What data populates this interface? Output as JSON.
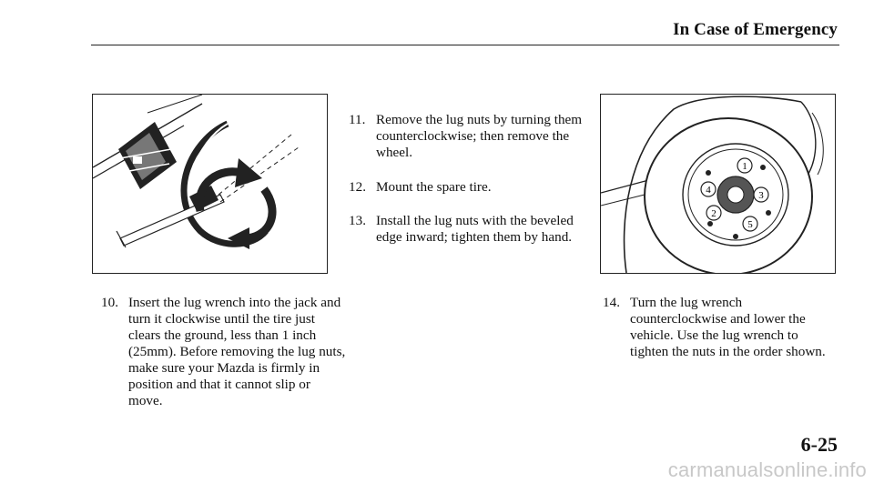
{
  "header": {
    "title": "In Case of Emergency"
  },
  "steps": [
    {
      "number": "10.",
      "text": "Insert the lug wrench into the jack and turn it clockwise until the tire just clears the ground, less than 1 inch (25mm). Before removing the lug nuts, make sure your Mazda is firmly in position and that it cannot slip or move."
    },
    {
      "number": "11.",
      "text": "Remove the lug nuts by turning them counterclockwise; then remove the wheel."
    },
    {
      "number": "12.",
      "text": "Mount the spare tire."
    },
    {
      "number": "13.",
      "text": "Install the lug nuts with the beveled edge inward; tighten them by hand."
    },
    {
      "number": "14.",
      "text": "Turn the lug wrench counterclockwise and lower the vehicle. Use the lug wrench to tighten the nuts in the order shown."
    }
  ],
  "figures": {
    "wheel_nut_order": [
      "1",
      "2",
      "3",
      "4",
      "5"
    ]
  },
  "page_number": "6-25",
  "watermark": "carmanualsonline.info",
  "colors": {
    "ink": "#111111",
    "watermark": "#c8c8c8"
  }
}
